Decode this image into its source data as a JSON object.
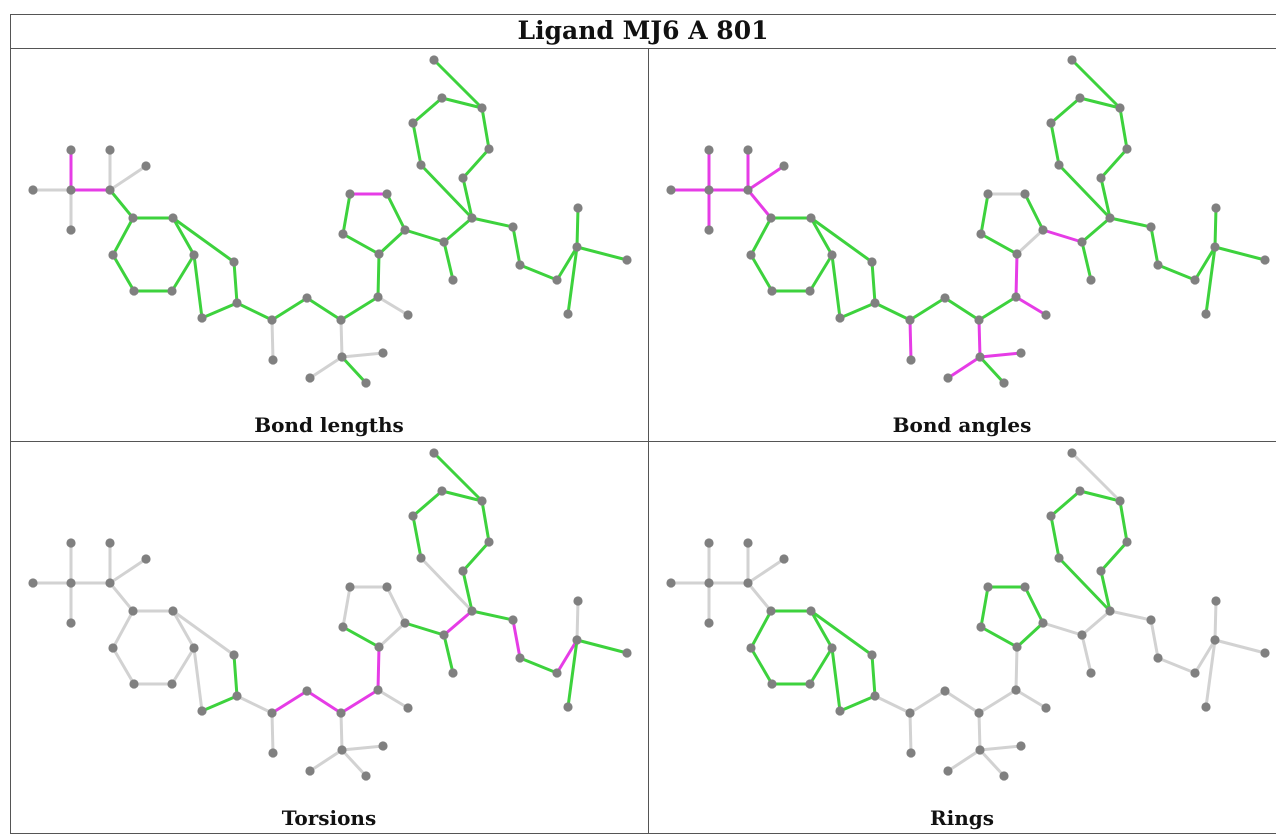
{
  "title": "Ligand MJ6 A 801",
  "colors": {
    "atom": "#808080",
    "bond_default": "#d2d2d2",
    "bond_ok": "#3dd23d",
    "bond_outlier": "#e63ce6",
    "grid_line": "#555555"
  },
  "panels": [
    {
      "caption": "Bond lengths",
      "green": [
        "b0",
        "b1",
        "b2",
        "b3",
        "b4",
        "b5",
        "b6",
        "b7",
        "b8",
        "b9",
        "b10",
        "b11",
        "b13",
        "b14",
        "b15",
        "b16",
        "b17",
        "b18",
        "b19",
        "b20",
        "b21",
        "b22",
        "b23",
        "b24",
        "b25",
        "b26",
        "b27",
        "b28",
        "b29",
        "b30",
        "b31",
        "b32",
        "b33",
        "b34",
        "b35",
        "b36",
        "b38",
        "b41",
        "b44"
      ],
      "magenta": [
        "b12",
        "b45",
        "b46"
      ]
    },
    {
      "caption": "Bond angles",
      "green": [
        "b0",
        "b1",
        "b2",
        "b3",
        "b4",
        "b5",
        "b6",
        "b7",
        "b8",
        "b9",
        "b11",
        "b13",
        "b14",
        "b15",
        "b16",
        "b17",
        "b18",
        "b19",
        "b20",
        "b21",
        "b23",
        "b24",
        "b25",
        "b26",
        "b27",
        "b28",
        "b29",
        "b30",
        "b31",
        "b32",
        "b33",
        "b34",
        "b36",
        "b38",
        "b41"
      ],
      "magenta": [
        "b22",
        "b35",
        "b37",
        "b39",
        "b40",
        "b42",
        "b43",
        "b44",
        "b45",
        "b46"
      ]
    },
    {
      "caption": "Torsions",
      "green": [
        "b7",
        "b8",
        "b14",
        "b15",
        "b16",
        "b17",
        "b18",
        "b19",
        "b20",
        "b22",
        "b23",
        "b25",
        "b27",
        "b29",
        "b30",
        "b32"
      ],
      "magenta": [
        "b24",
        "b26",
        "b28",
        "b33",
        "b34",
        "b35",
        "b36"
      ]
    },
    {
      "caption": "Rings",
      "green": [
        "b0",
        "b1",
        "b2",
        "b3",
        "b4",
        "b5",
        "b6",
        "b7",
        "b8",
        "b9",
        "b10",
        "b11",
        "b12",
        "b13",
        "b14",
        "b15",
        "b16",
        "b17",
        "b18",
        "b19",
        "b20",
        "b21"
      ],
      "magenta": []
    }
  ]
}
